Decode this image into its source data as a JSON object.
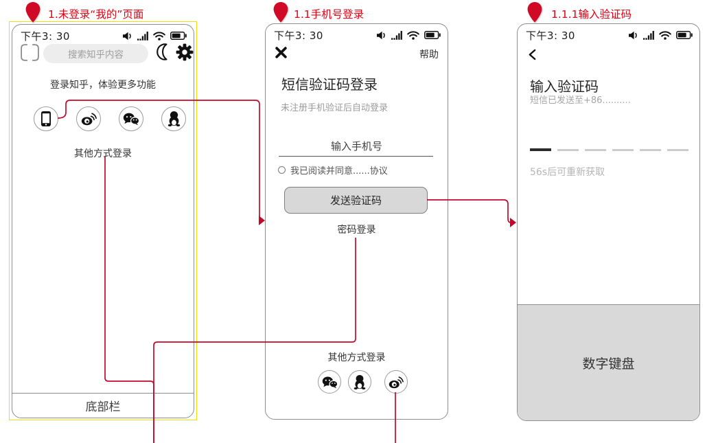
{
  "colors": {
    "accent_red": "#c2092b",
    "label_red": "#e60012",
    "highlight_yellow": "#e9df10",
    "button_gray": "#d8d8d8",
    "keyboard_gray": "#d9d9d9"
  },
  "status": {
    "time": "下午3: 30",
    "icons": [
      "volume-icon",
      "signal-icon",
      "wifi-icon",
      "battery-icon"
    ]
  },
  "annotations": {
    "pin1_label": "1.未登录“我的”页面",
    "pin2_label": "1.1手机号登录",
    "pin3_label": "1.1.1输入验证码"
  },
  "screen1": {
    "search_placeholder": "搜索知乎内容",
    "headline": "登录知乎，体验更多功能",
    "other_login": "其他方式登录",
    "bottom_bar": "底部栏",
    "login_icons": [
      "phone-icon",
      "weibo-icon",
      "wechat-icon",
      "qq-icon"
    ],
    "toolbar_icons": [
      "scan-icon",
      "moon-icon",
      "gear-icon"
    ]
  },
  "screen2": {
    "help": "帮助",
    "title": "短信验证码登录",
    "subtitle": "未注册手机验证后自动登录",
    "phone_input_placeholder": "输入手机号",
    "agreement": "我已阅读并同意......协议",
    "send_button": "发送验证码",
    "password_login": "密码登录",
    "other_login": "其他方式登录",
    "login_icons": [
      "wechat-icon",
      "qq-icon",
      "weibo-icon"
    ]
  },
  "screen3": {
    "title": "输入验证码",
    "subtitle": "短信已发送至+86..........",
    "countdown": "56s后可重新获取",
    "keyboard_label": "数字键盘",
    "code_slots": 6
  }
}
